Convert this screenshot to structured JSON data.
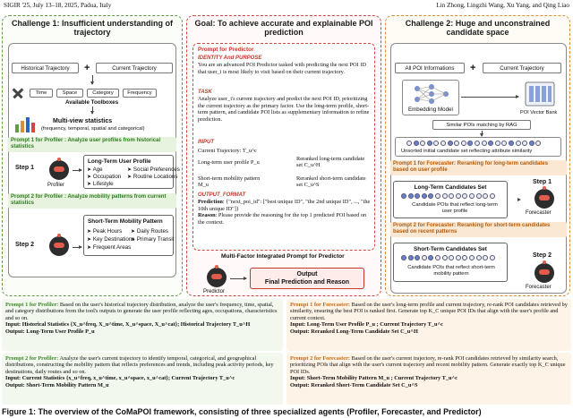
{
  "header": {
    "left": "SIGIR '25, July 13–18, 2025, Padua, Italy",
    "right": "Lin Zhong, Lingzhi Wang, Xu Yang, and Qing Liao"
  },
  "left_panel": {
    "title": "Challenge 1: Insufficient understanding of trajectory",
    "historical": "Historical Trajectory",
    "plus": "+",
    "current": "Current Trajectory",
    "tools": [
      "Time",
      "Space",
      "Category",
      "Frequency"
    ],
    "toolboxes": "Available Toolboxes",
    "stats_title": "Multi-view statistics",
    "stats_sub": "(frequency, temporal, spatial and categorical)",
    "prompt1": "Prompt 1 for Profiler : Analyze user profiles from historical statistics",
    "step1": "Step 1",
    "profiler": "Profiler",
    "lt_title": "Long-Term User Profile",
    "lt_items": [
      "Age",
      "Social Preferences",
      "Occupation",
      "Routine Locations",
      "Lifestyle"
    ],
    "prompt2": "Prompt 2 for Profiler : Analyze mobility patterns from current statistics",
    "step2": "Step 2",
    "st_title": "Short-Term Mobility Pattern",
    "st_items": [
      "Peak Hours",
      "Daily Routes",
      "Key Destinations",
      "Primary Transit",
      "Frequent Areas"
    ]
  },
  "mid_panel": {
    "title": "Goal: To achieve accurate and explainable POI prediction",
    "prompt_for": "Prompt for Predictor",
    "identity_h": "IDENTITY And PURPOSE",
    "identity_t": "You are an advanced POI Predictor tasked with predicting the next POI ID that user_i is most likely to visit based on their current trajectory.",
    "task_h": "TASK",
    "task_t": "Analyze user_i's current trajectory and predict the next POI ID, prioritizing the current trajectory as the primary factor. Use the long-term profile, short-term pattern, and candidate POI lists as supplementary information to refine prediction.",
    "input_h": "INPUT",
    "current_traj": "Current Trajectory: T_u^c",
    "lt_profile": "Long-term user profile P_u",
    "reranked_lt": "Reranked long-term candidate set C_u^H",
    "st_mobility": "Short-term mobility pattern M_u",
    "reranked_st": "Reranked short-term candidate set C_u^S",
    "output_h": "OUTPUT_FORMAT",
    "pred_label": "Prediction",
    "pred_t": ": {\"next_poi_id\": [\"best unique ID\", \"the 2nd unique ID\", ..., \"the 10th unique ID\"]}",
    "reason_label": "Reason",
    "reason_t": ": Please provide the reasoning for the top 1 predicted POI based on the context.",
    "multi": "Multi-Factor Integrated Prompt for Predictor",
    "output_box1": "Output",
    "output_box2": "Final Prediction and Reason",
    "predictor": "Predictor"
  },
  "right_panel": {
    "title": "Challenge 2: Huge and unconstrained candidate space",
    "all_poi": "All POI Informations",
    "plus": "+",
    "current": "Current Trajectory",
    "embedding": "Embedding Model",
    "vector_bank": "POI Vector Bank",
    "similar": "Similar POIs matching by RAG",
    "unsorted": "Unsorted initial candidate set reflecting attribute similarity",
    "prompt1": "Prompt 1 for Forecaster: Reranking for long-term candidates based on user profile",
    "lt_set": "Long-Term Candidates Set",
    "lt_desc": "Candidate POIs that reflect long-term user profile",
    "step1": "Step 1",
    "forecaster": "Forecaster",
    "prompt2": "Prompt 2 for Forecaster: Reranking for short-term candidates based on recent patterns",
    "st_set": "Short-Term Candidates Set",
    "st_desc": "Candidate POIs that reflect short-term mobility pattern",
    "step2": "Step 2",
    "forecaster2": "Forecaster"
  },
  "bottom": {
    "p1_profiler_h": "Prompt 1 for Profiler:",
    "p1_profiler_t": "Based on the user's historical trajectory distribution, analyze the user's frequency, time, spatial, and category distributions from the tool's outputs to generate the user profile reflecting ages, occupations, characteristics and so on.",
    "p1_profiler_in": "Input: Historical Statistics {X_u^freq, X_u^time, X_u^space, X_u^cat}; Historical Trajectory T_u^H",
    "p1_profiler_out": "Output: Long-Term User Profile P_u",
    "p2_profiler_h": "Prompt 2 for Profiler:",
    "p2_profiler_t": "Analyze the user's current trajectory to identify temporal, categorical, and geographical distributions, constructing the mobility pattern that reflects preferences and trends, including peak activity periods, key destinations, daily routes and so on.",
    "p2_profiler_in": "Input: Current Statistics {x_u^freq, x_u^time, x_u^space, x_u^cat}; Current Trajectory T_u^c",
    "p2_profiler_out": "Output: Short-Term Mobility Pattern M_u",
    "p1_fore_h": "Prompt 1 for Forecaster:",
    "p1_fore_t": "Based on the user's long-term profile and current trajectory, re-rank POI candidates retrieved by similarity, ensuring the best POI is ranked first. Generate top K_C unique POI IDs that align with the user's profile and current context.",
    "p1_fore_in": "Input: Long-Term User Profile P_u ; Current Trajectory T_u^c",
    "p1_fore_out": "Output: Reranked Long-Term Candidate Set C_u^H",
    "p2_fore_h": "Prompt 2 for Forecaster:",
    "p2_fore_t": "Based on the user's current trajectory, re-rank POI candidates retrieved by similarity search, prioritizing POIs that align with the user's current trajectory and recent mobility pattern. Generate exactly top K_C unique POI IDs.",
    "p2_fore_in": "Input: Short-Term Mobility Pattern M_u ; Current Trajectory T_u^c",
    "p2_fore_out": "Output: Reranked Short-Term Candidate Set C_u^S"
  },
  "caption": "Figure 1: The overview of the CoMaPOI framework, consisting of three specialized agents (Profiler, Forecaster, and Predictor)",
  "colors": {
    "green": "#5b9e45",
    "red": "#cc4a40",
    "orange": "#d9903e",
    "blue": "#2e63c7"
  }
}
